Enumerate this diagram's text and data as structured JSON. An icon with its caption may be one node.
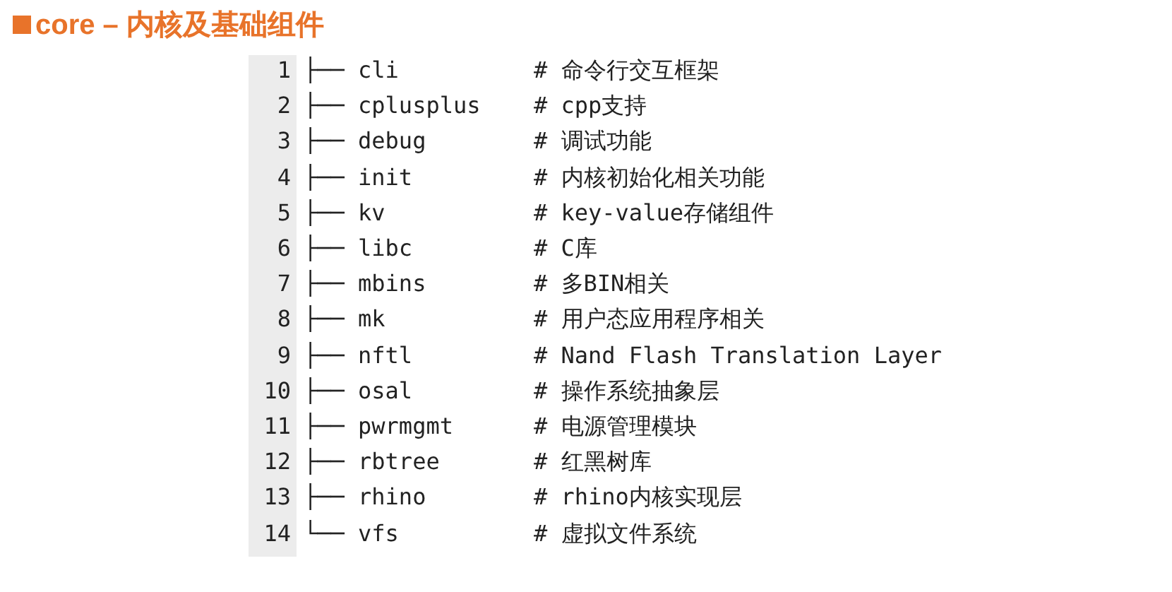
{
  "diagram": {
    "title": "core – 内核及基础组件",
    "labels": [
      "1",
      "├── cli",
      "# 命令行交互框架",
      "2",
      "├── cplusplus",
      "# cpp支持",
      "3",
      "├── debug",
      "# 调试功能",
      "4",
      "├── init",
      "# 内核初始化相关功能",
      "5",
      "├── kv",
      "# key-value存储组件",
      "6",
      "├── libc",
      "# C库",
      "7",
      "├── mbins",
      "# 多BIN相关",
      "8",
      "├── mk",
      "# 用户态应用程序相关",
      "9",
      "├── nftl",
      "# Nand Flash Translation Layer",
      "10",
      "├── osal",
      "# 操作系统抽象层",
      "11",
      "├── pwrmgmt",
      "# 电源管理模块",
      "12",
      "├── rbtree",
      "# 红黑树库",
      "13",
      "├── rhino",
      "# rhino内核实现层",
      "14",
      "└── vfs",
      "# 虚拟文件系统"
    ]
  }
}
